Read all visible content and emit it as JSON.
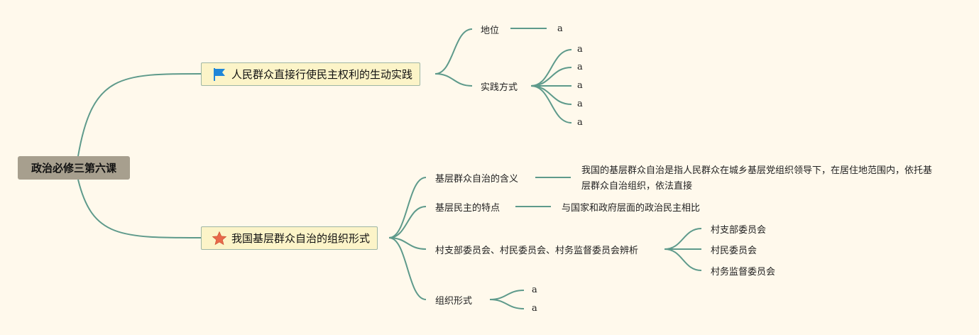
{
  "root": {
    "label": "政治必修三第六课"
  },
  "branches": [
    {
      "label": "人民群众直接行使民主权利的生动实践",
      "icon": "blue-flag-icon",
      "children": [
        {
          "label": "地位",
          "leaves": [
            "a"
          ]
        },
        {
          "label": "实践方式",
          "leaves": [
            "a",
            "a",
            "a",
            "a",
            "a"
          ]
        }
      ]
    },
    {
      "label": "我国基层群众自治的组织形式",
      "icon": "orange-star-icon",
      "children": [
        {
          "label": "基层群众自治的含义",
          "leaves": [
            "我国的基层群众自治是指人民群众在城乡基层党组织领导下，在居住地范围内，依托基层群众自治组织，依法直接"
          ]
        },
        {
          "label": "基层民主的特点",
          "leaves": [
            "与国家和政府层面的政治民主相比"
          ]
        },
        {
          "label": "村支部委员会、村民委员会、村务监督委员会辨析",
          "leaves": [
            "村支部委员会",
            "村民委员会",
            "村务监督委员会"
          ]
        },
        {
          "label": "组织形式",
          "leaves": [
            "a",
            "a"
          ]
        }
      ]
    }
  ],
  "colors": {
    "background": "#fff9ec",
    "link": "#5e9a8b",
    "root_fill": "#a79f8e",
    "branch_fill": "#fcf4c8",
    "branch_border": "#9eb6a4",
    "flag": "#1f86d8",
    "star": "#e8694a"
  }
}
